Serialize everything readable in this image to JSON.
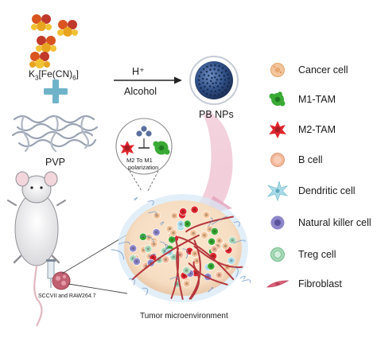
{
  "reactants": {
    "salt_prefix": "K",
    "salt_sub1": "3",
    "salt_mid": "[Fe(CN)",
    "salt_sub2": "6",
    "salt_suffix": "]",
    "polymer_label": "PVP"
  },
  "reaction": {
    "catalyst": "H⁺",
    "solvent": "Alcohol",
    "product_label": "PB NPs"
  },
  "polarization": {
    "line1": "M2 To M1",
    "line2": "polarization"
  },
  "model": {
    "cell_lines": "SCCVII and RAW264.7"
  },
  "tumor": {
    "caption": "Tumor microenvironment"
  },
  "legend": {
    "items": [
      {
        "label": "Cancer cell",
        "icon": "cancer-cell-icon",
        "color": "#f4c49a"
      },
      {
        "label": "M1-TAM",
        "icon": "m1-tam-icon",
        "color": "#3aa935"
      },
      {
        "label": "M2-TAM",
        "icon": "m2-tam-icon",
        "color": "#e0262e"
      },
      {
        "label": "B cell",
        "icon": "b-cell-icon",
        "color": "#f2b89b"
      },
      {
        "label": "Dendritic cell",
        "icon": "dendritic-cell-icon",
        "color": "#a9dce8"
      },
      {
        "label": "Natural killer cell",
        "icon": "nk-cell-icon",
        "color": "#8d86c9"
      },
      {
        "label": "Treg cell",
        "icon": "treg-cell-icon",
        "color": "#a8d8b8"
      },
      {
        "label": "Fibroblast",
        "icon": "fibroblast-icon",
        "color": "#e0637b"
      }
    ]
  },
  "colors": {
    "plus": "#6fb3c9",
    "nanoparticle": "#2f4f86",
    "vessel": "#b5373d",
    "tumor_bg": "#f6ddc2",
    "funnel": "#e7b5c6"
  }
}
